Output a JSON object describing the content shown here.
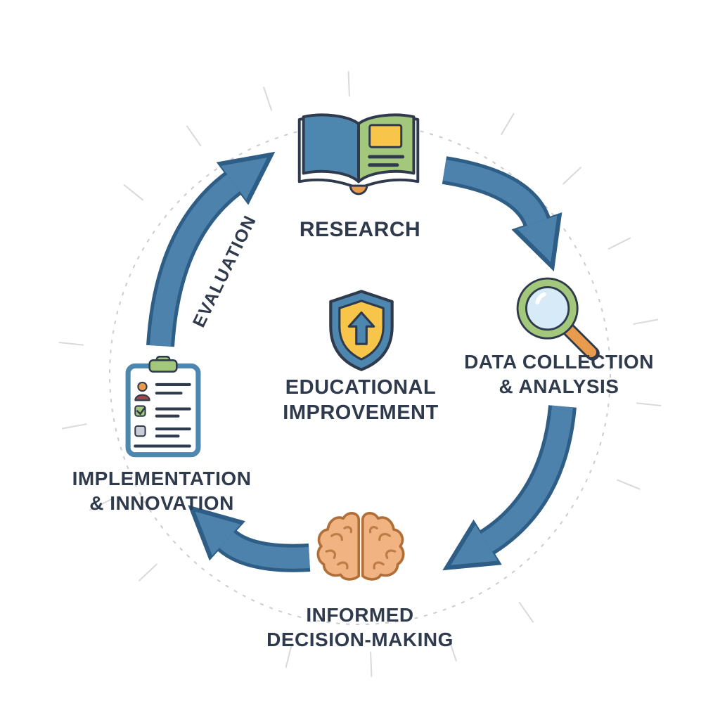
{
  "diagram": {
    "center": {
      "icon": "shield-up-arrow-icon",
      "label_line1": "EDUCATIONAL",
      "label_line2": "IMPROVEMENT"
    },
    "nodes": {
      "research": {
        "label": "RESEARCH",
        "icon": "open-book-icon"
      },
      "data_collection": {
        "label_line1": "DATA COLLECTION",
        "label_line2": "& ANALYSIS",
        "icon": "magnifying-glass-icon"
      },
      "informed_decision": {
        "label_line1": "INFORMED",
        "label_line2": "DECISION-MAKING",
        "icon": "brain-icon"
      },
      "implementation": {
        "label_line1": "IMPLEMENTATION",
        "label_line2": "& INNOVATION",
        "icon": "clipboard-checklist-icon"
      }
    },
    "edge_label": "EVALUATION",
    "colors": {
      "arrow_blue": "#4d82ad",
      "arrow_outline": "#2e5d85",
      "text_dark": "#2f3a4c",
      "outline_navy": "#2f3a4c",
      "book_blue": "#4d86ae",
      "leaf_green": "#a3c87c",
      "accent_yellow": "#f6c54a",
      "accent_orange": "#e89a4d",
      "lens_blue": "#d6eaf8",
      "brain_peach": "#f2b382",
      "brain_outline": "#b06f38",
      "checkbox_gray": "#c9ced6",
      "person_red": "#a04848",
      "dash_gray": "#cccccc"
    }
  }
}
